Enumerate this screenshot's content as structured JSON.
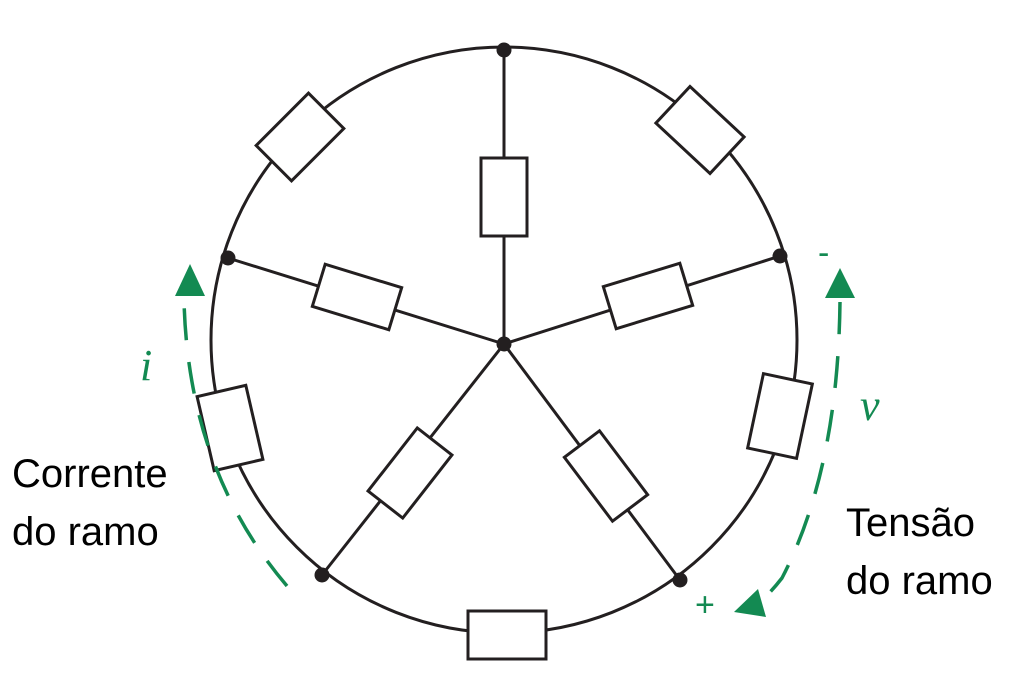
{
  "labels": {
    "current_symbol": "i",
    "voltage_symbol": "v",
    "current_line1": "Corrente",
    "current_line2": "do ramo",
    "voltage_line1": "Tensão",
    "voltage_line2": "do ramo",
    "minus_sign": "-",
    "plus_sign": "+"
  },
  "colors": {
    "wire": "#231f20",
    "annotation": "#138a52",
    "text": "#000000"
  }
}
